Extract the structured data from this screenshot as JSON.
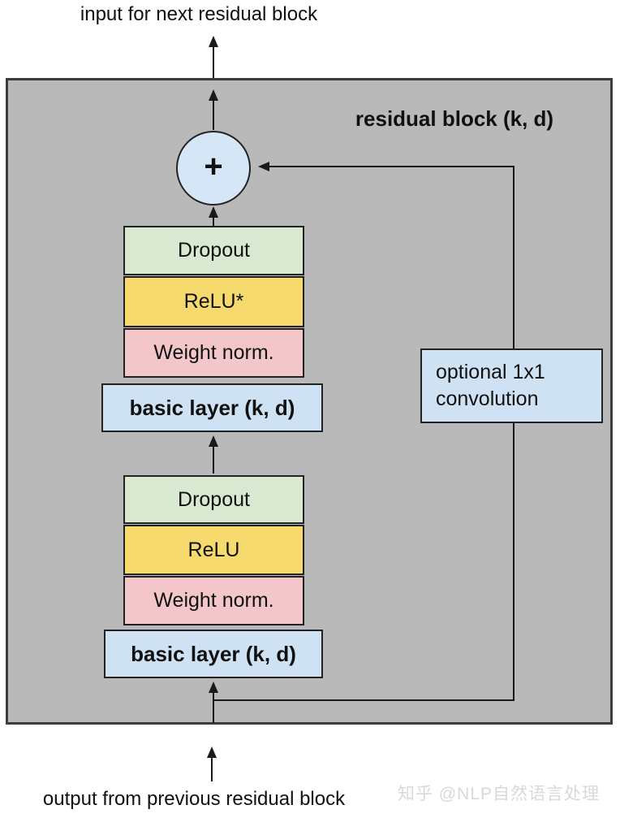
{
  "captions": {
    "top": "input for next residual block",
    "bottom": "output from previous residual block"
  },
  "diagram": {
    "title": "residual block (k, d)",
    "sum_symbol": "+"
  },
  "blocks": {
    "upper": [
      {
        "label": "Dropout"
      },
      {
        "label": "ReLU*"
      },
      {
        "label": "Weight norm."
      }
    ],
    "upper_basic": {
      "label": "basic layer (k, d)"
    },
    "lower": [
      {
        "label": "Dropout"
      },
      {
        "label": "ReLU"
      },
      {
        "label": "Weight norm."
      }
    ],
    "lower_basic": {
      "label": "basic layer (k, d)"
    },
    "optional": {
      "line1": "optional 1x1",
      "line2": "convolution"
    }
  },
  "watermark": {
    "text": "知乎 @NLP自然语言处理"
  },
  "colors": {
    "bg-gray": "#b9b9b9",
    "box-green": "#d9e8d0",
    "box-yellow": "#f7da6e",
    "box-pink": "#f3c7c9",
    "box-blue": "#cfe2f3",
    "circle-blue": "#d5e7f7",
    "line": "#1a1a1a",
    "watermark": "#d9d9d9"
  }
}
